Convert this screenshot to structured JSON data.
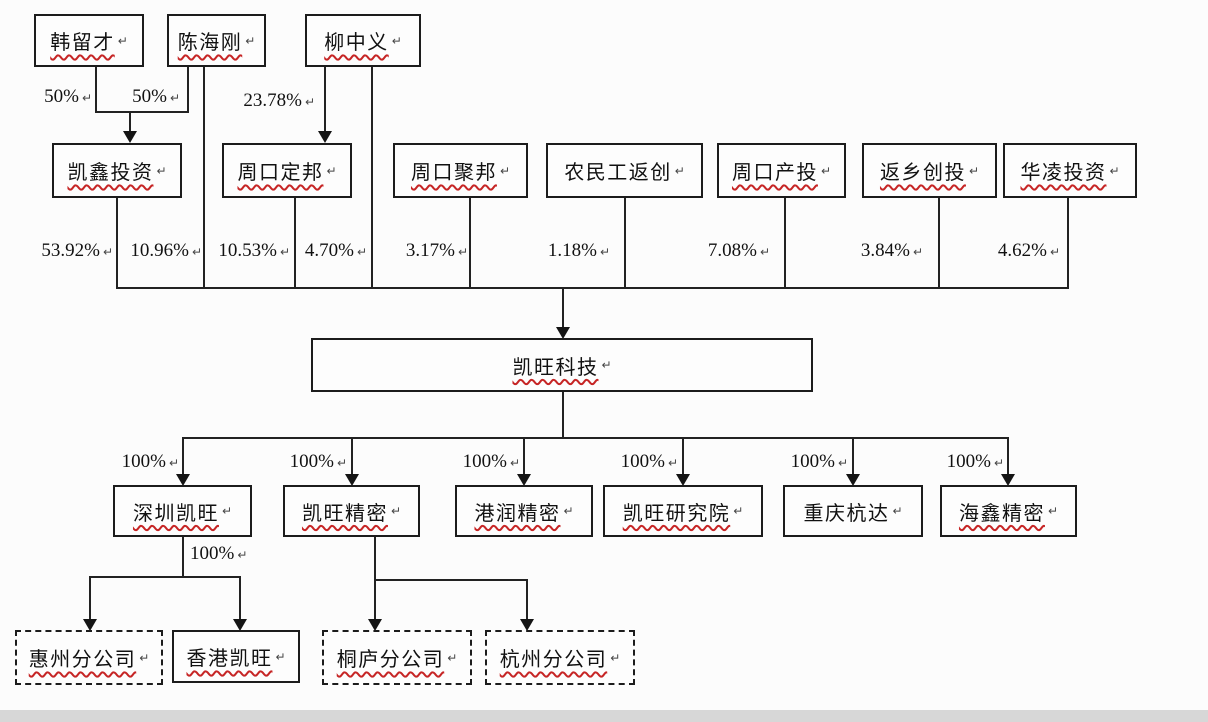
{
  "marks": {
    "return": "↵"
  },
  "top_shareholders": [
    {
      "label": "韩留才"
    },
    {
      "label": "陈海刚"
    },
    {
      "label": "柳中义"
    }
  ],
  "top_stakes": {
    "han_to_kaixin": "50%",
    "chen_to_kaixin": "50%",
    "liu_to_dingbang": "23.78%"
  },
  "mid_shareholders": [
    {
      "label": "凯鑫投资"
    },
    {
      "label": "周口定邦"
    },
    {
      "label": "周口聚邦"
    },
    {
      "label": "农民工返创"
    },
    {
      "label": "周口产投"
    },
    {
      "label": "返乡创投"
    },
    {
      "label": "华凌投资"
    }
  ],
  "stakes": [
    "53.92%",
    "10.96%",
    "10.53%",
    "4.70%",
    "3.17%",
    "1.18%",
    "7.08%",
    "3.84%",
    "4.62%"
  ],
  "company": {
    "label": "凯旺科技"
  },
  "subsidiary_stakes": [
    "100%",
    "100%",
    "100%",
    "100%",
    "100%",
    "100%"
  ],
  "subsidiaries": [
    {
      "label": "深圳凯旺"
    },
    {
      "label": "凯旺精密"
    },
    {
      "label": "港润精密"
    },
    {
      "label": "凯旺研究院"
    },
    {
      "label": "重庆杭达"
    },
    {
      "label": "海鑫精密"
    }
  ],
  "branch_stake": "100%",
  "branches": [
    {
      "label": "惠州分公司"
    },
    {
      "label": "香港凯旺"
    },
    {
      "label": "桐庐分公司"
    },
    {
      "label": "杭州分公司"
    }
  ]
}
